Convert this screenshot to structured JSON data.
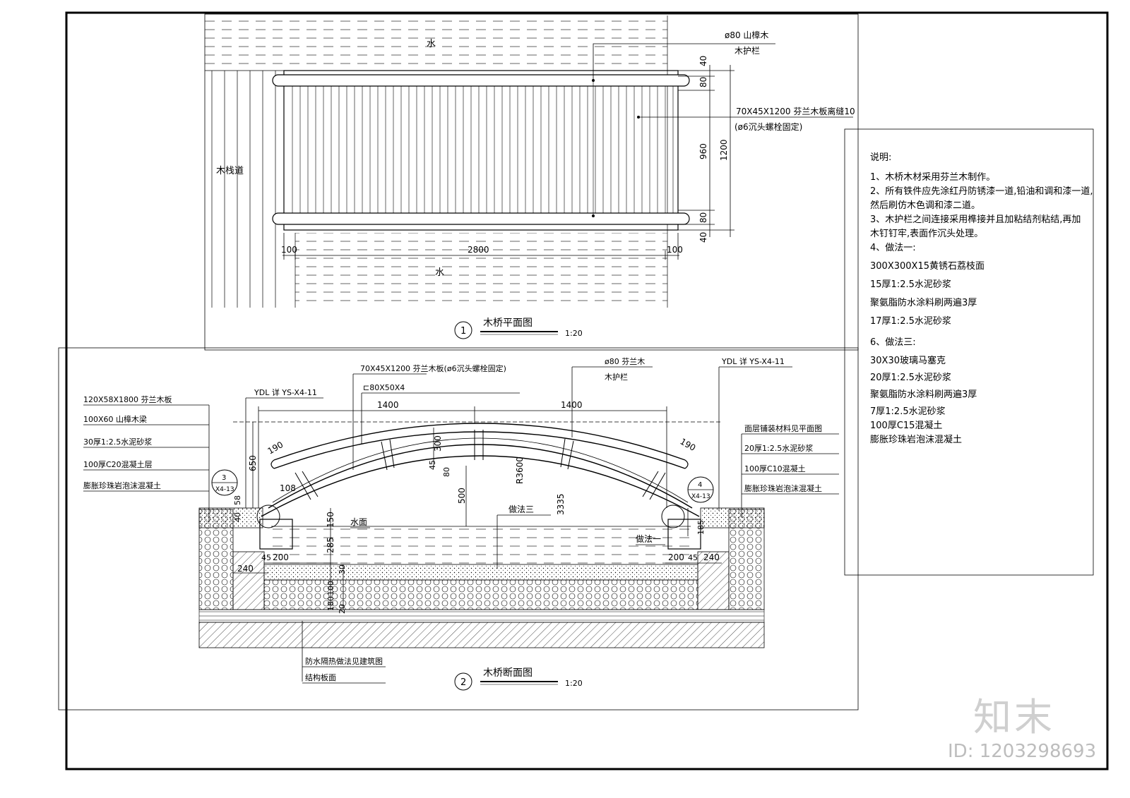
{
  "plan": {
    "water_top": "水",
    "water_bottom": "水",
    "walkway": "木栈道",
    "rail_callout": [
      "ø80 山樟木",
      "木护栏"
    ],
    "deck_callout": [
      "70X45X1200  芬兰木板离缝10",
      "(ø6沉头螺栓固定)"
    ],
    "dims_vertical": [
      "40",
      "80",
      "960",
      "80",
      "40"
    ],
    "dim_total": "1200",
    "dims_horizontal": [
      "100",
      "2800",
      "100"
    ],
    "title_num": "1",
    "title": "木桥平面图",
    "scale": "1:20"
  },
  "section": {
    "left_layers": [
      "120X58X1800  芬兰木板",
      "100X60  山樟木梁",
      "30厚1:2.5水泥砂浆",
      "100厚C20混凝土层",
      "膨胀珍珠岩泡沫混凝土"
    ],
    "deck_callout": "70X45X1200  芬兰木板(ø6沉头螺栓固定)",
    "steel_callout": "⊏80X50X4",
    "rail_callout": [
      "ø80 芬兰木",
      "木护栏"
    ],
    "ydl_left": "YDL 详 YS-X4-11",
    "ydl_right": "YDL 详 YS-X4-11",
    "right_layers": [
      "面层铺装材料见平面图",
      "20厚1:2.5水泥砂浆",
      "100厚C10混凝土",
      "膨胀珍珠岩泡沫混凝土"
    ],
    "detail_left": [
      "3",
      "X4-13"
    ],
    "detail_right": [
      "4",
      "X4-13"
    ],
    "water_label": "水面",
    "method_3": "做法三",
    "method_1": "做法一",
    "bottom_callout": [
      "防水隔热做法见建筑图",
      "结构板面"
    ],
    "dims": {
      "span_left": "1400",
      "span_right": "1400",
      "end_left": "190",
      "end_right": "190",
      "rail_h": "650",
      "d108": "108",
      "d58": "58",
      "d40": "40",
      "d300": "300",
      "d45": "45",
      "d80": "80",
      "radius": "R3600",
      "d500": "500",
      "d3335": "3335",
      "d150": "150",
      "d285": "285",
      "d30": "30",
      "d100": "100",
      "d180": "180",
      "d20": "20",
      "d185": "185",
      "d200l": "200",
      "d45l": "45",
      "d240l": "240",
      "d200r": "200",
      "d45r": "45",
      "d240r": "240"
    },
    "title_num": "2",
    "title": "木桥断面图",
    "scale": "1:20"
  },
  "notes": {
    "heading": "说明:",
    "items": [
      "1、木桥木材采用芬兰木制作。",
      "2、所有铁件应先涂红丹防锈漆一道,铅油和调和漆一道,",
      "   然后刷仿木色调和漆二道。",
      "3、木护栏之间连接采用榫接并且加粘结剂粘结,再加",
      "   木钉钉牢,表面作沉头处理。",
      "4、做法一:",
      "     300X300X15黄锈石荔枝面",
      "     15厚1:2.5水泥砂浆",
      "     聚氨脂防水涂料刷两遍3厚",
      "     17厚1:2.5水泥砂浆",
      "6、做法三:",
      "     30X30玻璃马塞克",
      "     20厚1:2.5水泥砂浆",
      "     聚氨脂防水涂料刷两遍3厚",
      "     7厚1:2.5水泥砂浆",
      "     100厚C15混凝土",
      "     膨胀珍珠岩泡沫混凝土"
    ]
  },
  "watermark": {
    "logo": "知末",
    "id": "ID: 1203298693"
  }
}
